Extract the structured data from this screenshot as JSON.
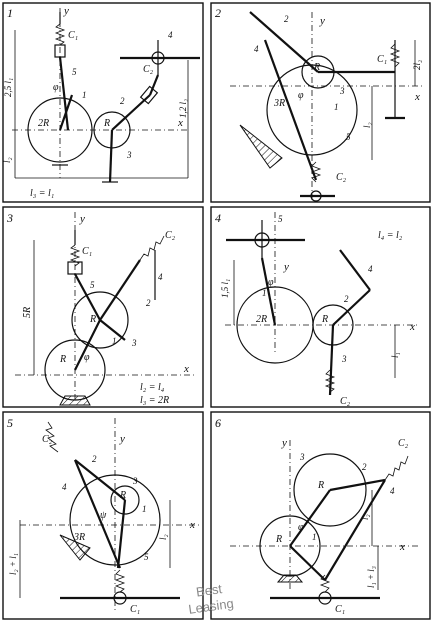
{
  "panels": [
    {
      "number": "1",
      "labels": {
        "y": "y",
        "x": "x",
        "c1": "C₁",
        "c2": "C₂",
        "r_small": "R",
        "r_big": "2R",
        "phi": "φ",
        "dim_left": "2,5 l₁",
        "dim_right": "1,2 l₂",
        "dim_low": "l₂",
        "cond": "l₃ = l₁",
        "n1": "1",
        "n2": "2",
        "n3": "3",
        "n4": "4",
        "n5": "5"
      }
    },
    {
      "number": "2",
      "labels": {
        "y": "y",
        "x": "x",
        "c1": "C₁",
        "c2": "C₂",
        "r": "R",
        "r3": "3R",
        "phi": "φ",
        "dim_l2": "l₂",
        "dim_top": "2l₂",
        "n1": "1",
        "n2": "2",
        "n3": "3",
        "n4": "4",
        "n5": "5"
      }
    },
    {
      "number": "3",
      "labels": {
        "y": "y",
        "x": "x",
        "c1": "C₁",
        "c2": "C₂",
        "r_top": "R",
        "r_bot": "R",
        "phi": "φ",
        "dim_5r": "5R",
        "cond1": "l₂ = l₄",
        "cond2": "l₃ = 2R",
        "n1": "1",
        "n2": "2",
        "n3": "3",
        "n4": "4",
        "n5": "5"
      }
    },
    {
      "number": "4",
      "labels": {
        "y": "y",
        "x": "x",
        "c2": "C₂",
        "r_big": "2R",
        "r_small": "R",
        "phi": "φ",
        "dim_left": "1,5 l₁",
        "dim_l1": "l₁",
        "cond": "l₄ = l₂",
        "n1": "1",
        "n2": "2",
        "n3": "3",
        "n4": "4",
        "n5": "5"
      }
    },
    {
      "number": "5",
      "labels": {
        "y": "y",
        "x": "x",
        "c1": "C₁",
        "c2": "C₂",
        "r": "R",
        "r3": "3R",
        "phi": "ψ",
        "dim_l2": "l₂",
        "dim_sum": "l₂ + l₁",
        "n1": "1",
        "n2": "2",
        "n3": "3",
        "n4": "4",
        "n5": "5"
      }
    },
    {
      "number": "6",
      "labels": {
        "y": "y",
        "x": "x",
        "c1": "C₁",
        "c2": "C₂",
        "r_top": "R",
        "r_bot": "R",
        "phi": "φ",
        "dim_l2": "l₂",
        "dim_sum": "l₁ + l₃",
        "n1": "1",
        "n2": "2",
        "n3": "3",
        "n4": "4"
      }
    }
  ],
  "watermark": {
    "line1": "Best",
    "line2": "Leasing"
  }
}
